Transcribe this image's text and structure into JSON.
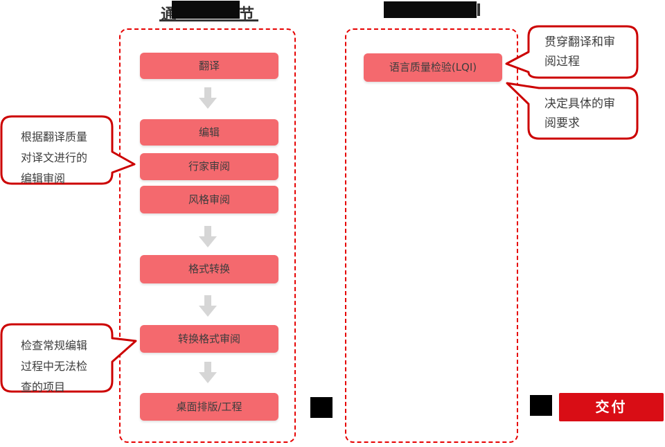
{
  "colors": {
    "pink": "#F4696E",
    "callout": "#CC0000",
    "dash": "#E60000",
    "deliver": "#D90D15",
    "text": "#3D3D3D",
    "arrow": "#D6D6D6",
    "dark": "#333333"
  },
  "header_left": {
    "fragment_left": "通",
    "fragment_right": "节"
  },
  "left_panel": {
    "steps": [
      "翻译",
      "编辑",
      "行家审阅",
      "风格审阅",
      "格式转换",
      "转换格式审阅",
      "桌面排版/工程"
    ]
  },
  "right_panel": {
    "lqi_label": "语言质量检验(LQI)"
  },
  "callouts": {
    "left_top": "根据翻译质量\n对译文进行的\n编辑审阅",
    "left_bottom": "检查常规编辑\n过程中无法检\n查的项目",
    "right_top": "贯穿翻译和审\n阅过程",
    "right_bottom": "决定具体的审\n阅要求"
  },
  "deliver": {
    "label": "交付"
  }
}
